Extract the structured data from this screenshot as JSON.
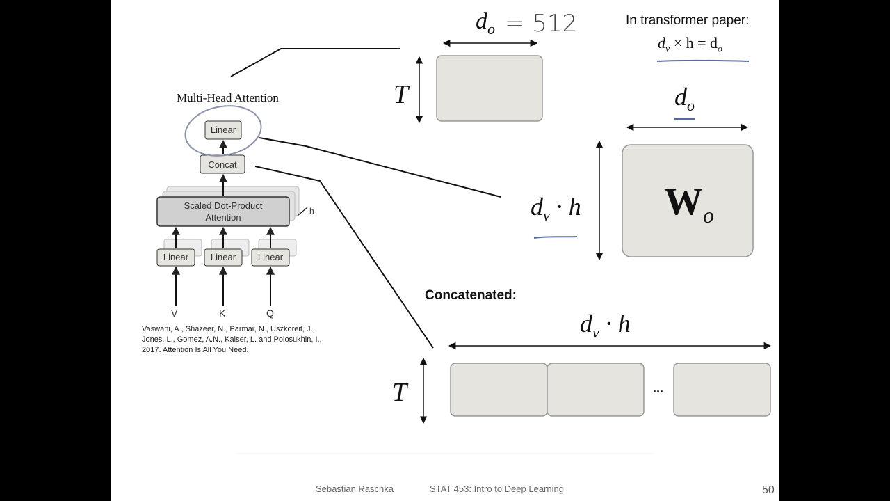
{
  "diagram": {
    "title": "Multi-Head Attention",
    "blocks": {
      "linear_top": "Linear",
      "concat": "Concat",
      "sdpa_line1": "Scaled Dot-Product",
      "sdpa_line2": "Attention",
      "h_label": "h",
      "linear_v": "Linear",
      "linear_k": "Linear",
      "linear_q": "Linear"
    },
    "inputs": {
      "v": "V",
      "k": "K",
      "q": "Q"
    },
    "citation": "Vaswani, A., Shazeer, N., Parmar, N., Uszkoreit, J., Jones, L., Gomez, A.N., Kaiser, L. and Polosukhin, I., 2017. Attention Is All You Need."
  },
  "output_matrix": {
    "width_label": "d",
    "width_sub": "o",
    "handwritten_value": "= 512",
    "height_label": "T"
  },
  "note": {
    "heading": "In transformer paper:",
    "eq_dv": "d",
    "eq_dv_sub": "v",
    "eq_rest": "× h = d",
    "eq_do_sub": "o"
  },
  "weight_matrix": {
    "top_label": "d",
    "top_sub": "o",
    "side_label": "d",
    "side_sub": "v",
    "side_rest": "· h",
    "matrix_label": "W",
    "matrix_sub": "o"
  },
  "concatenated": {
    "heading": "Concatenated:",
    "width_label": "d",
    "width_sub": "v",
    "width_rest": "· h",
    "height_label": "T",
    "ellipsis": "..."
  },
  "footer": {
    "author": "Sebastian Raschka",
    "course": "STAT 453: Intro to Deep Learning",
    "page": "50"
  },
  "colors": {
    "box_fill": "#e6e4de",
    "box_stroke": "#999",
    "sdpa_fill": "#d0d0d0",
    "underline": "#5a6c9e"
  }
}
